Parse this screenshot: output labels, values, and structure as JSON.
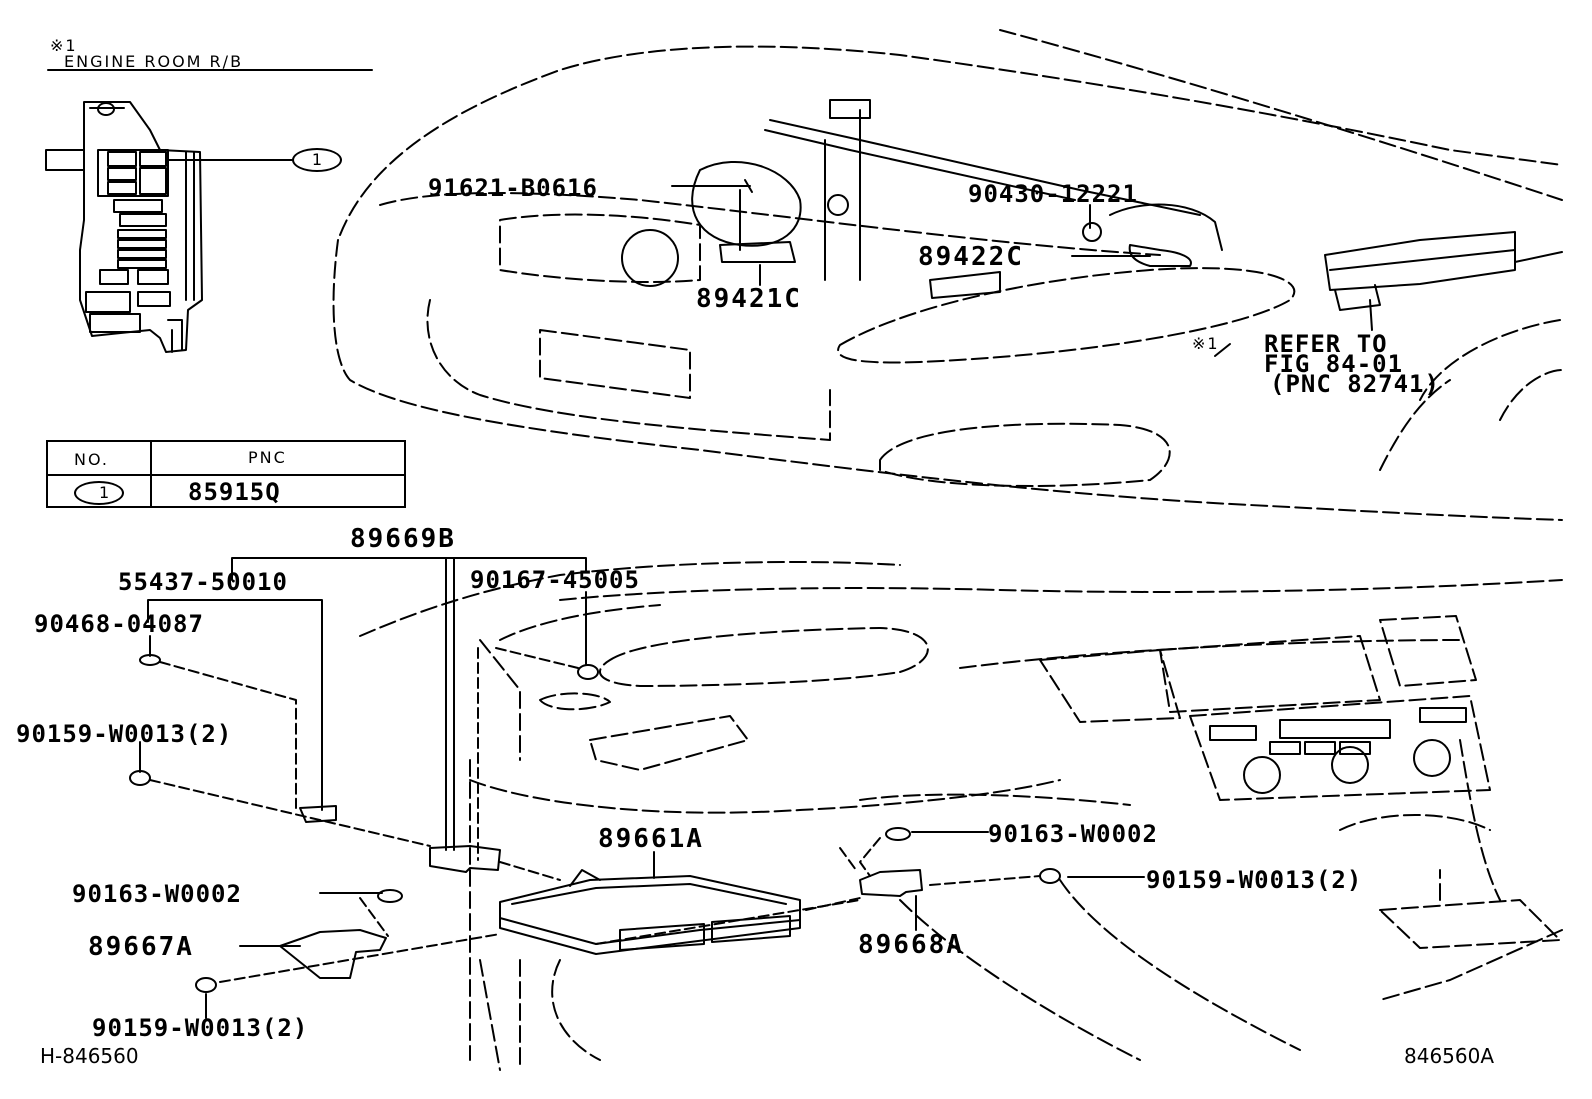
{
  "header": {
    "note_mark": "※1",
    "title": "ENGINE ROOM R/B"
  },
  "relay_block": {
    "callout": "1"
  },
  "table": {
    "col_no": "NO.",
    "col_pnc": "PNC",
    "rows": [
      {
        "no": "1",
        "pnc": "85915Q"
      }
    ]
  },
  "engine_labels": {
    "p91621": "91621-B0616",
    "p90430": "90430-12221",
    "p89422": "89422C",
    "p89421": "89421C",
    "refer_mark": "※1",
    "refer_line1": "REFER TO",
    "refer_line2": "FIG 84-01",
    "refer_line3": "(PNC 82741)"
  },
  "dash_labels": {
    "p89669": "89669B",
    "p55437": "55437-50010",
    "p90167": "90167-45005",
    "p90468": "90468-04087",
    "p90159_a": "90159-W0013(2)",
    "p89661": "89661A",
    "p90163_r": "90163-W0002",
    "p90159_r": "90159-W0013(2)",
    "p90163_l": "90163-W0002",
    "p89667": "89667A",
    "p89668": "89668A",
    "p90159_b": "90159-W0013(2)"
  },
  "footer": {
    "left_code": "H-846560",
    "right_code": "846560A"
  }
}
